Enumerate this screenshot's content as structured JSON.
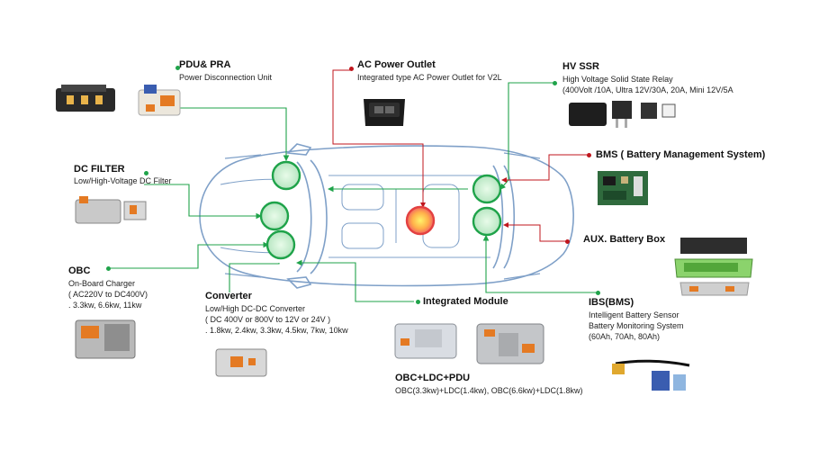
{
  "colors": {
    "accent_green": "#1fa34a",
    "accent_red": "#c0161d",
    "car_line": "#7fa0c8",
    "hub_fill": "#c9efd2"
  },
  "pdu": {
    "title": "PDU& PRA",
    "desc": "Power Disconnection Unit"
  },
  "ac_outlet": {
    "title": "AC Power Outlet",
    "desc": "Integrated type AC Power Outlet for V2L"
  },
  "hv_ssr": {
    "title": "HV SSR",
    "line1": "High Voltage Solid State Relay",
    "line2": "(400Volt /10A,  Ultra 12V/30A, 20A, Mini 12V/5A"
  },
  "bms": {
    "title": "BMS ( Battery Management System)"
  },
  "dc_filter": {
    "title": "DC FILTER",
    "desc": "Low/High-Voltage DC Filter"
  },
  "aux_battery": {
    "title": "AUX. Battery Box"
  },
  "obc": {
    "title": "OBC",
    "line1": "On-Board Charger",
    "line2": "( AC220V to DC400V)",
    "line3": ". 3.3kw, 6.6kw, 11kw"
  },
  "converter": {
    "title": "Converter",
    "line1": "Low/High DC-DC Converter",
    "line2": "( DC 400V  or 800V to 12V or 24V )",
    "line3": ". 1.8kw, 2.4kw, 3.3kw, 4.5kw, 7kw, 10kw"
  },
  "integrated_module": {
    "title": "Integrated Module"
  },
  "obc_ldc_pdu": {
    "title": "OBC+LDC+PDU",
    "desc": "OBC(3.3kw)+LDC(1.4kw), OBC(6.6kw)+LDC(1.8kw)"
  },
  "ibs": {
    "title": "IBS(BMS)",
    "line1": "Intelligent Battery Sensor",
    "line2": "Battery Monitoring System",
    "line3": " (60Ah, 70Ah, 80Ah)"
  }
}
